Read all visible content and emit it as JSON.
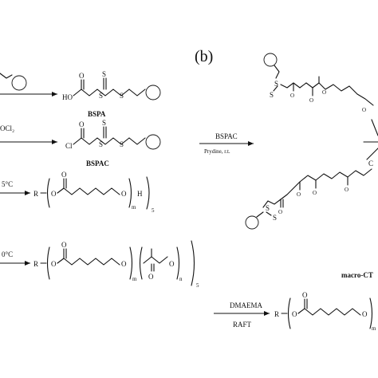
{
  "panel_label": "(b)",
  "compounds": {
    "bspa": "BSPA",
    "bspac": "BSPAC",
    "macro_cta": "macro-CT"
  },
  "reagents": {
    "socl2_fragment": "OCl₂",
    "bspac_reagent": "BSPAC",
    "pyridine": "Prydine, r.t.",
    "temp1": "5°C",
    "temp2": "0°C",
    "dmaema": "DMAEMA",
    "raft": "RAFT"
  },
  "atoms": {
    "ho": "HO",
    "cl": "Cl",
    "s": "S",
    "o": "O",
    "r": "R",
    "h": "H",
    "c": "C"
  },
  "subscripts": {
    "m": "m",
    "n": "n",
    "five": "5"
  }
}
